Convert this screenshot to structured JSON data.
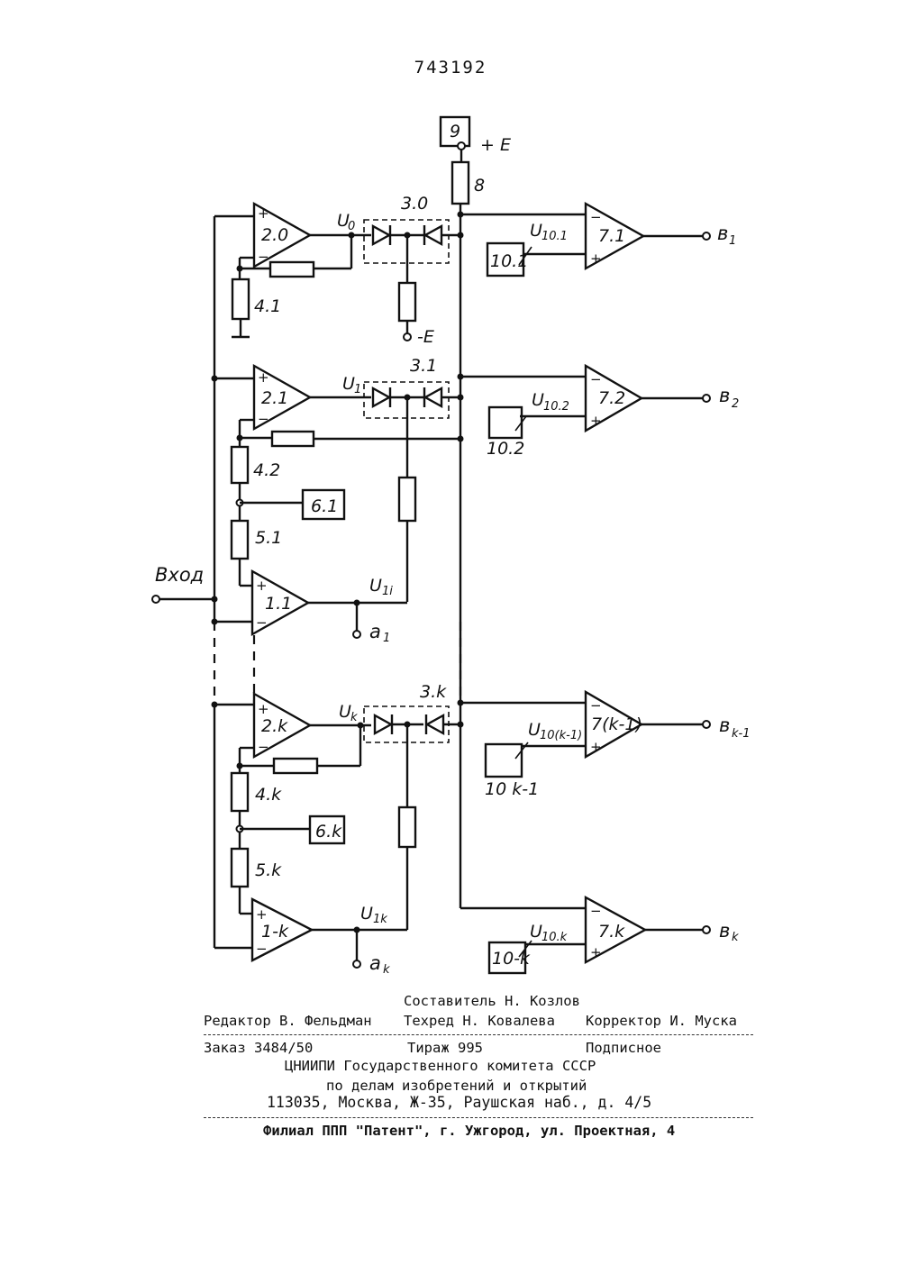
{
  "patent_number": "743192",
  "blocks": {
    "b9": "9",
    "r8": "8",
    "supply_plus": "+ E",
    "supply_minus": "-E",
    "comparators": [
      "2.0",
      "2.1",
      "2.k"
    ],
    "diode_groups": [
      "3.0",
      "3.1",
      "3.k"
    ],
    "resistors": [
      "4.1",
      "4.2",
      "5.1",
      "4.k",
      "5.k"
    ],
    "sources6": [
      "6.1",
      "6.k"
    ],
    "amplifiers1": [
      "1.1",
      "1-k"
    ],
    "comparators7": [
      "7.1",
      "7.2",
      "7(k-1)",
      "7.k"
    ],
    "refs10": [
      "10.1",
      "10.2",
      "10 k-1",
      "10-k"
    ]
  },
  "signals": {
    "u0": "U",
    "u0_sub": "0",
    "u1": "U",
    "u1_sub": "1",
    "uk": "U",
    "uk_sub": "k",
    "u1i": "U",
    "u1i_sub": "1i",
    "u1k": "U",
    "u1k_sub": "1k",
    "u101": "U",
    "u101_sub": "10.1",
    "u102": "U",
    "u102_sub": "10.2",
    "u10k1": "U",
    "u10k1_sub": "10(k-1)",
    "u10k": "U",
    "u10k_sub": "10.k"
  },
  "terminals": {
    "input": "Вход",
    "a1": "a",
    "a1_sub": "1",
    "ak": "a",
    "ak_sub": "k",
    "b1": "в",
    "b1_sub": "1",
    "b2": "в",
    "b2_sub": "2",
    "bk1": "в",
    "bk1_sub": "k-1",
    "bk": "в",
    "bk_sub": "k"
  },
  "footer": {
    "composer": "Составитель Н. Козлов",
    "editor": "Редактор В. Фельдман",
    "techred": "Техред Н. Ковалева",
    "corrector": "Корректор И. Муска",
    "order": "Заказ 3484/50",
    "circulation": "Тираж 995",
    "subscription": "Подписное",
    "org1": "ЦНИИПИ Государственного комитета СССР",
    "org2": "по делам изобретений и открытий",
    "address": "113035, Москва, Ж-35, Раушская наб., д. 4/5",
    "branch": "Филиал ППП \"Патент\", г. Ужгород, ул. Проектная, 4"
  }
}
